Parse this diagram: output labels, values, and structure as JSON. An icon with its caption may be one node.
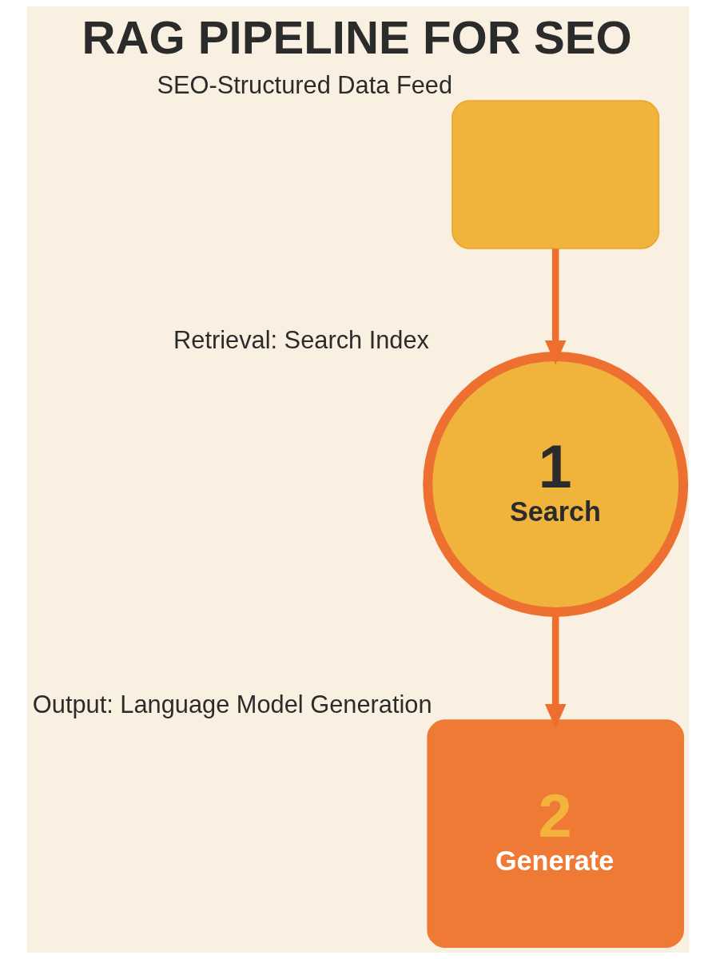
{
  "diagram": {
    "title": "RAG PIPELINE FOR SEO",
    "nodes": [
      {
        "text": [],
        "shape": "box",
        "beside": [
          "SEO-Structured Data Feed"
        ]
      },
      {
        "text": [
          "1",
          "Search"
        ],
        "beside": [
          "Retrieval: Search Index"
        ]
      },
      {
        "text": [
          "2",
          "Generate"
        ],
        "beside": [
          "Output: Language Model Generation"
        ]
      }
    ],
    "edges": [
      {
        "from": 0,
        "to": 1,
        "arrow": "to"
      },
      {
        "from": 1,
        "to": 2,
        "arrow": "to"
      }
    ]
  }
}
